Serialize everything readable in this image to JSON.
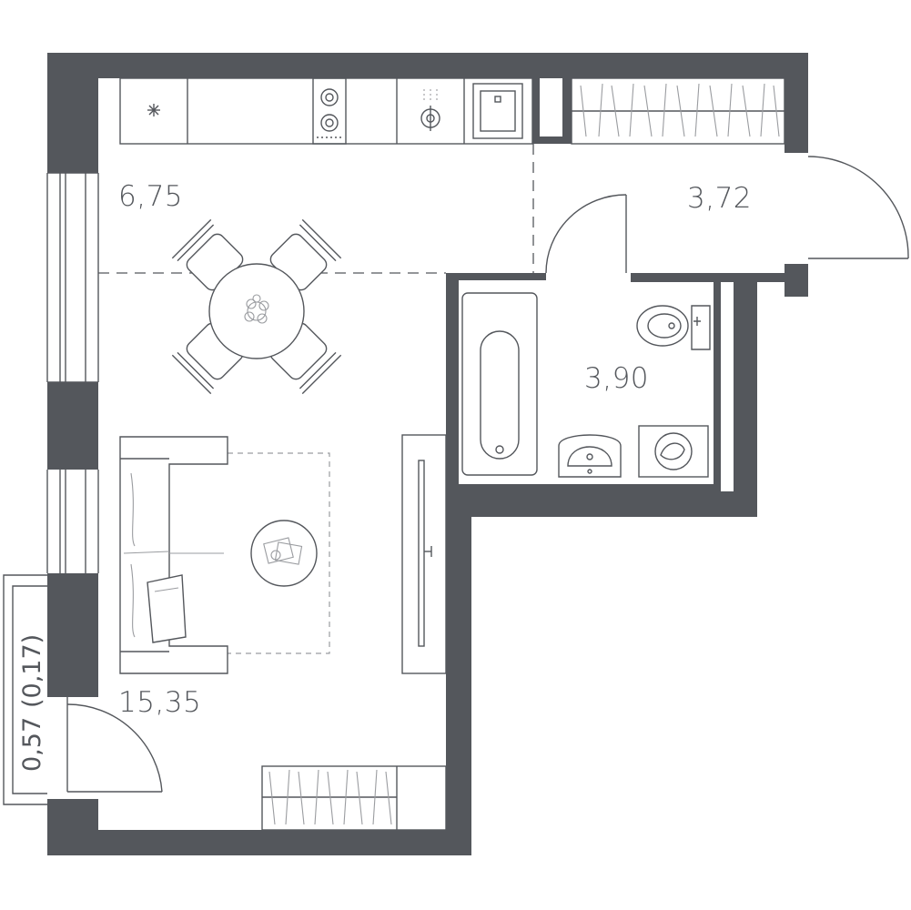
{
  "rooms": {
    "kitchen_area": "6,75",
    "hall_area": "3,72",
    "bathroom_area": "3,90",
    "living_area": "15,35"
  },
  "balcony": {
    "area": "0,57",
    "reduced_area": "(0,17)"
  },
  "colors": {
    "wall": "#54575c",
    "line": "#54575c",
    "light_line": "#9a9ca0",
    "background": "#ffffff"
  }
}
